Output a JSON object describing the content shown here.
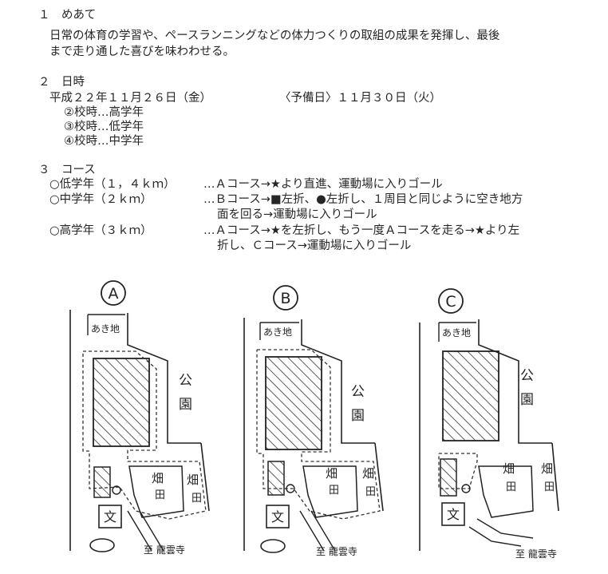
{
  "section1": {
    "heading": "１　めあて",
    "line1": "日常の体育の学習や、ペースランニングなどの体力つくりの取組の成果を発揮し、最後",
    "line2": "まで走り通した喜びを味わわせる。"
  },
  "section2": {
    "heading": "２　日時",
    "date": "平成２２年１１月２６日（金）",
    "reserve": "〈予備日〉１１月３０日（火）",
    "periods": [
      "②校時…高学年",
      "③校時…低学年",
      "④校時…中学年"
    ]
  },
  "section3": {
    "heading": "３　コース",
    "courses": [
      {
        "label": "○低学年（１，４ｋｍ）",
        "desc": [
          "…Ａコース→★より直進、運動場に入りゴール"
        ]
      },
      {
        "label": "○中学年（２ｋｍ）",
        "desc": [
          "…Ｂコース→■左折、●左折し、１周目と同じように空き地方",
          "面を回る→運動場に入りゴール"
        ]
      },
      {
        "label": "○高学年（３ｋｍ）",
        "desc": [
          "…Ａコース→★を左折し、もう一度Ａコースを走る→★より左",
          "折し、Ｃコース→運動場に入りゴール"
        ]
      }
    ]
  },
  "maps": [
    {
      "letter": "A",
      "akichi": "あき地",
      "park": [
        "公",
        "園"
      ],
      "field1": [
        "畑",
        "田"
      ],
      "field2": [
        "畑",
        "田"
      ],
      "school": "文",
      "temple": "至 龍雲寺"
    },
    {
      "letter": "B",
      "akichi": "あき地",
      "park": [
        "公",
        "園"
      ],
      "field1": [
        "畑",
        "田"
      ],
      "field2": [
        "畑",
        "田"
      ],
      "school": "文",
      "temple": "至 龍雲寺"
    },
    {
      "letter": "C",
      "akichi": "あき地",
      "park": [
        "公",
        "園"
      ],
      "field1": [
        "畑",
        "田"
      ],
      "field2": [
        "畑",
        "田"
      ],
      "school": "文",
      "temple": "至 龍雲寺"
    }
  ]
}
